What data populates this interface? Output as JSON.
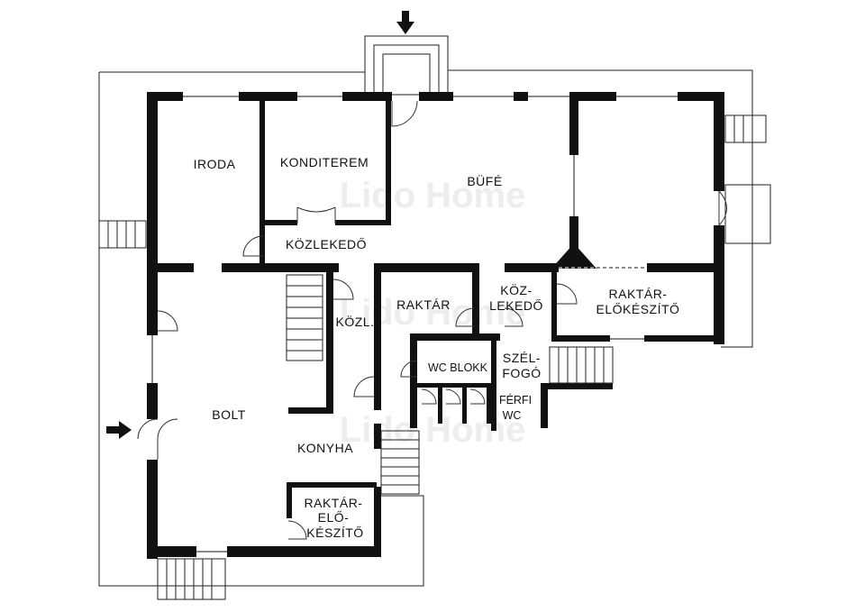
{
  "watermark": "Lido Home",
  "rooms": {
    "iroda": "IRODA",
    "konditerem": "KONDITEREM",
    "bufe": "BÜFÉ",
    "kozlekedo_top": "KÖZLEKEDŐ",
    "raktar": "RAKTÁR",
    "kozlekedo_mid_1": "KÖZ-",
    "kozlekedo_mid_2": "LEKEDŐ",
    "raktar_elokeszito_right_1": "RAKTÁR-",
    "raktar_elokeszito_right_2": "ELŐKÉSZÍTŐ",
    "kozl": "KÖZL.",
    "wc_blokk": "WC BLOKK",
    "szelfogo_1": "SZÉL-",
    "szelfogo_2": "FOGÓ",
    "ferfi_wc_1": "FÉRFI",
    "ferfi_wc_2": "WC",
    "bolt": "BOLT",
    "konyha": "KONYHA",
    "raktar_elokeszito_bottom_1": "RAKTÁR-",
    "raktar_elokeszito_bottom_2": "ELŐ-",
    "raktar_elokeszito_bottom_3": "KÉSZÍTŐ"
  },
  "icons": {
    "entrance_top": "arrow-down-icon",
    "entrance_left": "arrow-right-icon"
  },
  "colors": {
    "wall": "#111111",
    "background": "#ffffff"
  }
}
